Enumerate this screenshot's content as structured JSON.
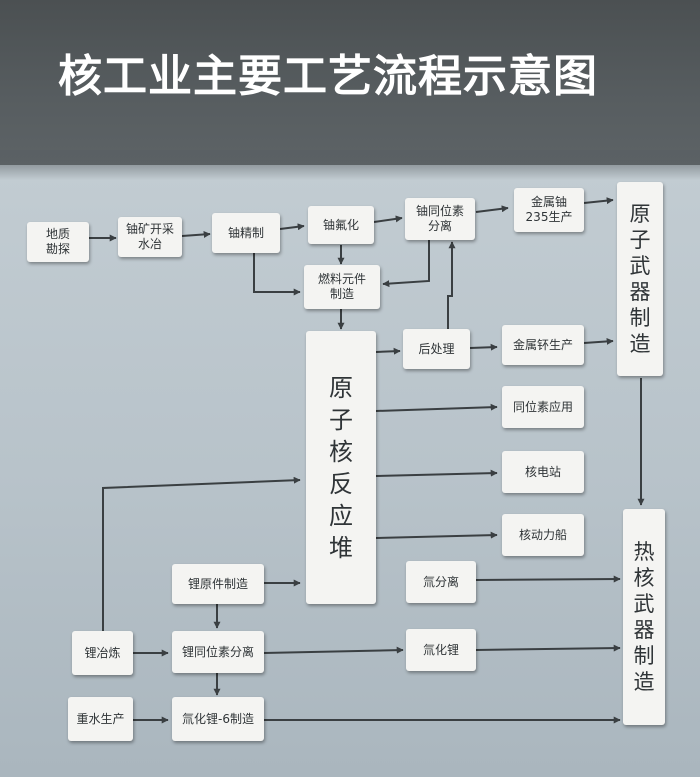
{
  "title": "核工业主要工艺流程示意图",
  "nodes": {
    "dizhi": "地质\n勘探",
    "youkuang": "铀矿开采\n水冶",
    "youjingzhi": "铀精制",
    "youfuhua": "铀氟化",
    "youtongwei": "铀同位素\n分离",
    "jinshuyou": "金属铀\n235生产",
    "yuanziwuqi": "原\n子\n武\n器\n制\n造",
    "ranliao": "燃料元件\n制造",
    "houchuli": "后处理",
    "jinshubu": "金属钚生产",
    "fanyingdui": "原\n子\n核\n反\n应\n堆",
    "tongweiyingyong": "同位素应用",
    "hedianzhan": "核电站",
    "hedonglichuan": "核动力船",
    "liyuanjian": "锂原件制造",
    "chuanfenli": "氚分离",
    "relwuqi": "热\n核\n武\n器\n制\n造",
    "liyelian": "锂冶炼",
    "litongwei": "锂同位素分离",
    "chuanhuali": "氚化锂",
    "zhongshui": "重水生产",
    "chuanhuali6": "氚化锂-6制造"
  }
}
